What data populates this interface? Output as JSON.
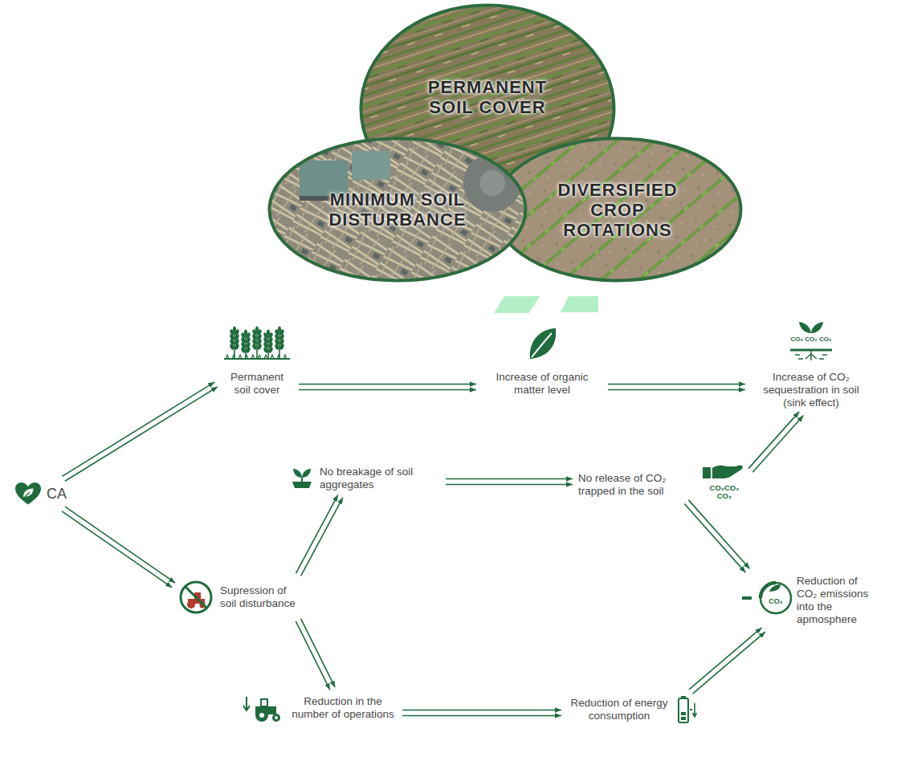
{
  "diagram": {
    "nodes": [
      {
        "text": [
          "PERMANENT SOIL COVER"
        ]
      },
      {
        "text": [
          "MINIMUM SOIL DISTURBANCE"
        ]
      },
      {
        "text": [
          "DIVERSIFIED CROP ROTATIONS"
        ]
      },
      {
        "text": [
          "CA"
        ]
      },
      {
        "text": [
          "Permanent soil cover"
        ]
      },
      {
        "text": [
          "Increase of organic matter level"
        ]
      },
      {
        "text": [
          "Increase of CO₂ sequestration in soil (sink effect)"
        ]
      },
      {
        "text": [
          "No breakage of soil aggregates"
        ]
      },
      {
        "text": [
          "No release of CO₂ trapped in the soil"
        ]
      },
      {
        "text": [
          "Supression of soil disturbance"
        ]
      },
      {
        "text": [
          "Reduction of CO₂ emissions into the apmosphere"
        ]
      },
      {
        "text": [
          "Reduction in the number of operations"
        ]
      },
      {
        "text": [
          "Reduction of energy consumption"
        ]
      }
    ],
    "edges": [
      {
        "from": 3,
        "to": 4,
        "arrow": "to"
      },
      {
        "from": 3,
        "to": 9,
        "arrow": "to"
      },
      {
        "from": 4,
        "to": 5,
        "arrow": "to"
      },
      {
        "from": 5,
        "to": 6,
        "arrow": "to"
      },
      {
        "from": 9,
        "to": 7,
        "arrow": "to"
      },
      {
        "from": 9,
        "to": 11,
        "arrow": "to"
      },
      {
        "from": 7,
        "to": 8,
        "arrow": "to"
      },
      {
        "from": 8,
        "to": 6,
        "arrow": "to"
      },
      {
        "from": 8,
        "to": 10,
        "arrow": "to"
      },
      {
        "from": 11,
        "to": 12,
        "arrow": "to"
      },
      {
        "from": 12,
        "to": 10,
        "arrow": "to"
      }
    ],
    "labels": [
      "CO₂ CO₂ CO₂",
      "CO₂CO₂ CO₂",
      "CO₂"
    ]
  }
}
